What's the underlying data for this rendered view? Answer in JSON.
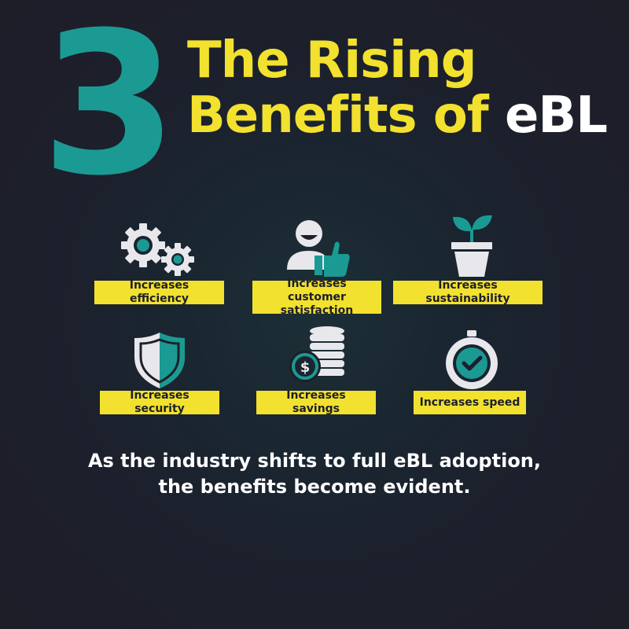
{
  "header": {
    "number": "3",
    "title_line1": "The Rising",
    "title_line2_prefix": "Benefits of ",
    "title_line2_accent": "eBL"
  },
  "benefits": [
    {
      "label": "Increases efficiency",
      "icon": "gears-icon"
    },
    {
      "label": "Increases customer satisfaction",
      "icon": "person-thumbs-up-icon"
    },
    {
      "label": "Increases sustainability",
      "icon": "plant-pot-icon"
    },
    {
      "label": "Increases security",
      "icon": "shield-icon"
    },
    {
      "label": "Increases savings",
      "icon": "coin-stack-icon"
    },
    {
      "label": "Increases speed",
      "icon": "stopwatch-icon"
    }
  ],
  "caption": {
    "line1": "As the industry shifts to full eBL adoption,",
    "line2": "the benefits become evident."
  },
  "colors": {
    "background": "#1e1e29",
    "teal": "#1a9a93",
    "yellow": "#f2e12e",
    "icon_light": "#e8e8ec",
    "white": "#ffffff"
  }
}
